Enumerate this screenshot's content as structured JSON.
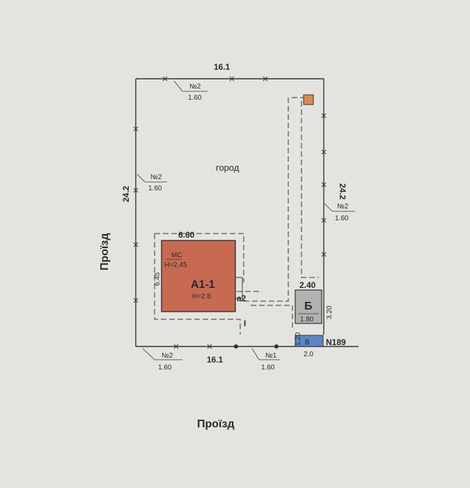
{
  "plot": {
    "top_length": "16.1",
    "bottom_length": "16.1",
    "left_length": "24.2",
    "right_length": "24.2",
    "area_label": "город"
  },
  "fence_notes": {
    "top": {
      "num": "№2",
      "height": "1.60"
    },
    "left": {
      "num": "№2",
      "height": "1.60"
    },
    "right": {
      "num": "№2",
      "height": "1.60"
    },
    "bottom_left": {
      "num": "№2",
      "height": "1.60"
    },
    "bottom_mid": {
      "num": "№1",
      "height": "1.60"
    }
  },
  "house": {
    "label": "А1-1",
    "height_note": "H=2.8",
    "wall_label": "МС",
    "wall_height": "H=2.45",
    "width_dim": "6.60",
    "depth_dim": "6.45",
    "fill_color": "#c86a52"
  },
  "outbuilding": {
    "label": "Б",
    "height": "1.80",
    "width_dim": "2.40",
    "depth_dim": "3.20",
    "fill_color": "#b2b2b0"
  },
  "small_structure": {
    "label": "В",
    "width_dim": "2.0",
    "side_dim": "1.20",
    "fill_color": "#5b86c6"
  },
  "porch_label": "а2",
  "gate_label": "I",
  "address_number": "N189",
  "roads": {
    "left": "Проїзд",
    "bottom": "Проїзд"
  },
  "corner_marker_color": "#d98b52"
}
